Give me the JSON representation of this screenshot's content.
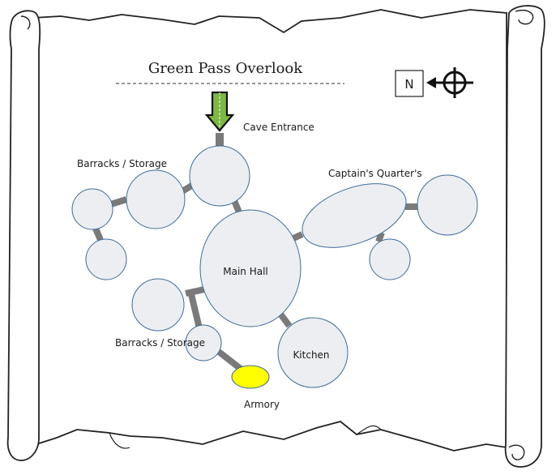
{
  "map": {
    "title": "Green Pass Overlook",
    "compass": {
      "letter": "N"
    },
    "labels": {
      "cave_entrance": "Cave Entrance",
      "barracks_storage_upper": "Barracks / Storage",
      "captains_quarters": "Captain's Quarter's",
      "main_hall": "Main Hall",
      "barracks_storage_lower": "Barracks / Storage",
      "kitchen": "Kitchen",
      "armory": "Armory"
    },
    "colors": {
      "room_fill": "#eceef1",
      "room_stroke": "#3f6c9a",
      "corridor": "#7a7a7a",
      "entrance_arrow": "#7db843",
      "armory_fill": "#ffff00"
    }
  }
}
